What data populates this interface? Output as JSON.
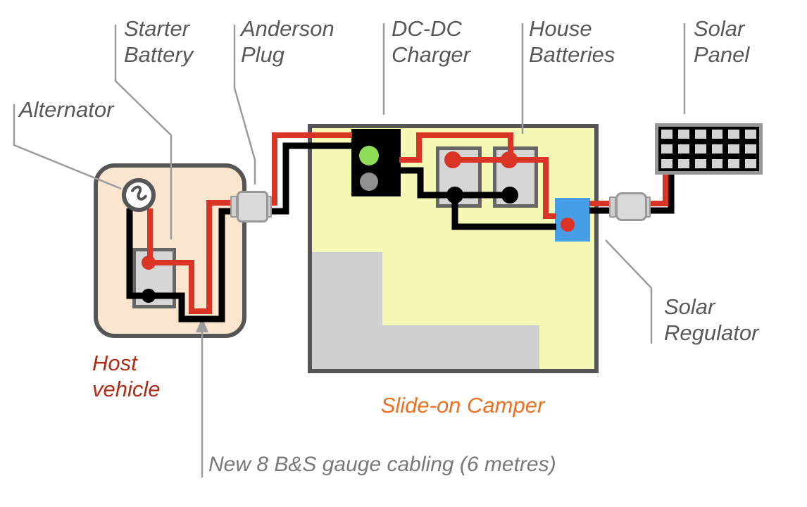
{
  "labels": {
    "starter_battery": "Starter\nBattery",
    "anderson_plug": "Anderson\nPlug",
    "dcdc_charger": "DC-DC\nCharger",
    "house_batteries": "House\nBatteries",
    "solar_panel": "Solar\nPanel",
    "alternator": "Alternator",
    "solar_regulator": "Solar\nRegulator",
    "host_vehicle": "Host\nvehicle",
    "slide_on_camper": "Slide-on Camper",
    "cabling_note": "New 8 B&S gauge cabling (6 metres)"
  },
  "colors": {
    "positive_wire": "#d93425",
    "negative_wire": "#000000",
    "host_vehicle_fill": "#fae5cf",
    "camper_fill": "#f6f9b5",
    "camper_silhouette": "#cfcfcf",
    "charger_body": "#000000",
    "charger_indicator_green": "#8ddd58",
    "charger_indicator_gray": "#909090",
    "regulator_fill": "#459ee6",
    "battery_fill": "#d6d6d6",
    "outline": "#555555",
    "leader_line": "#9b9b9b",
    "label_text": "#58585a",
    "host_label_text": "#b12c17",
    "camper_label_text": "#ee7121",
    "cabling_label_text": "#787878"
  },
  "solar_panel_grid": {
    "rows": 3,
    "cols": 6
  }
}
